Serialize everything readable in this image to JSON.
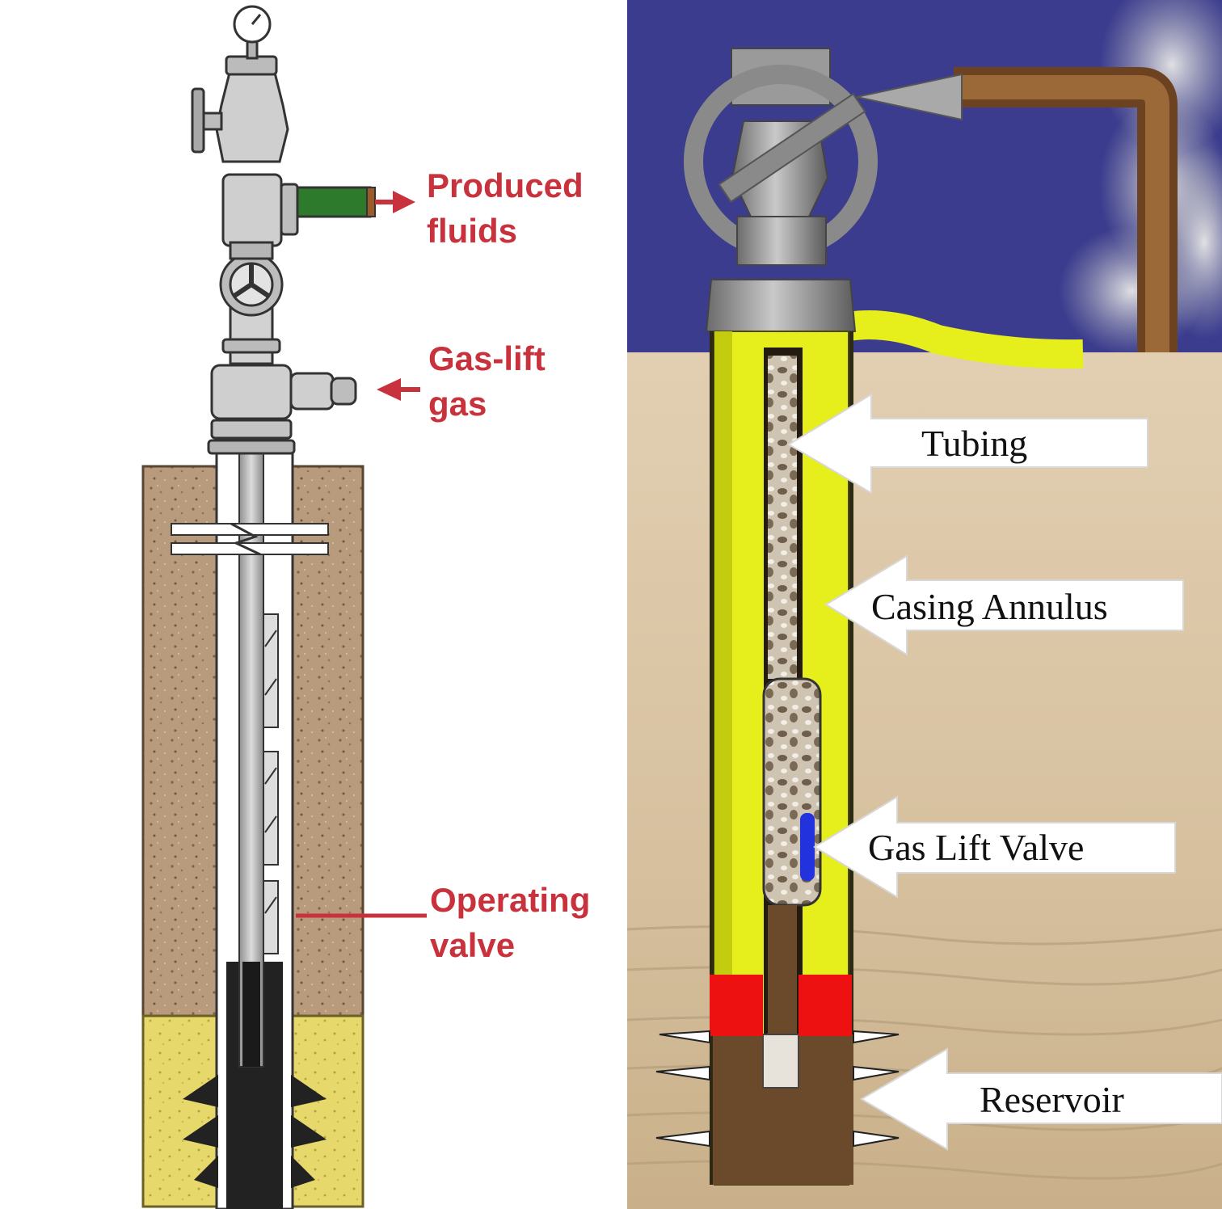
{
  "left_panel": {
    "labels": {
      "produced_fluids": [
        "Produced",
        "fluids"
      ],
      "gas_lift_gas": [
        "Gas-lift",
        "gas"
      ],
      "operating_valve": [
        "Operating",
        "valve"
      ]
    }
  },
  "right_panel": {
    "labels": {
      "tubing": "Tubing",
      "casing_annulus": "Casing Annulus",
      "gas_lift_valve": "Gas Lift Valve",
      "reservoir": "Reservoir"
    }
  },
  "colors": {
    "label_red": "#c8323c",
    "sky_blue": "#3b3c8e",
    "casing_yellow": "#e6ee1c",
    "packer_red": "#ee1111",
    "soil_brown": "#b89a7c",
    "reservoir_yellow": "#e6d86a",
    "ground_beige": "#d9c3a4",
    "flowline_brown": "#8a5a30",
    "valve_blue": "#2233dd"
  }
}
